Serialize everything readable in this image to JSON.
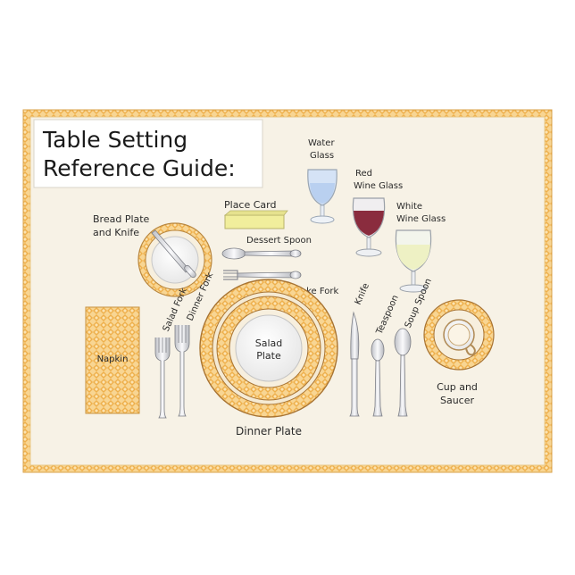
{
  "title": {
    "line1": "Table Setting",
    "line2": "Reference Guide:"
  },
  "labels": {
    "water_glass_1": "Water",
    "water_glass_2": "Glass",
    "red_wine_1": "Red",
    "red_wine_2": "Wine Glass",
    "white_wine_1": "White",
    "white_wine_2": "Wine Glass",
    "place_card": "Place Card",
    "bread_plate_1": "Bread Plate",
    "bread_plate_2": "and Knife",
    "dessert_spoon": "Dessert Spoon",
    "cake_fork": "Cake Fork",
    "salad_fork": "Salad Fork",
    "dinner_fork": "Dinner Fork",
    "knife": "Knife",
    "teaspoon": "Teaspoon",
    "soup_spoon": "Soup Spoon",
    "napkin": "Napkin",
    "salad_plate_1": "Salad",
    "salad_plate_2": "Plate",
    "dinner_plate": "Dinner Plate",
    "cup_1": "Cup and",
    "cup_2": "Saucer"
  },
  "colors": {
    "mat": "#f7f2e6",
    "border": "#f0b94a",
    "pattern_light": "#f8d592",
    "pattern_dark": "#e9a73f",
    "red_wine": "#8a2c3e",
    "white_wine": "#f0f2c6",
    "water": "#c9daf3",
    "place_card": "#f2ef9c",
    "silver": "#e8e8ec"
  }
}
